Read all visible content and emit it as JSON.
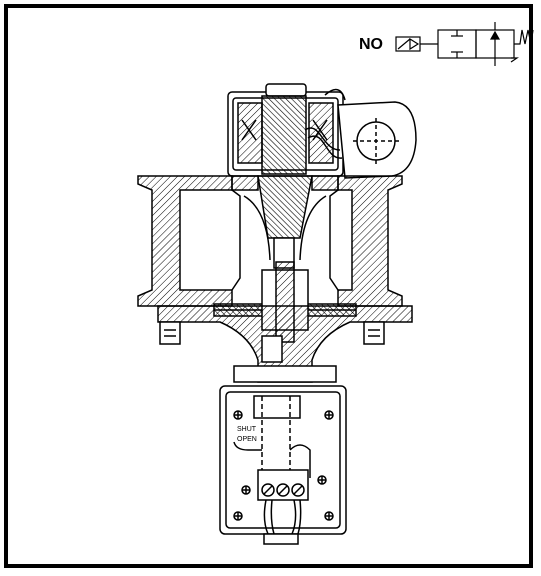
{
  "figure": {
    "symbol_label": "NO",
    "terminal_labels": [
      "SHUT",
      "OPEN"
    ]
  },
  "colors": {
    "line": "#000000",
    "background": "#ffffff"
  }
}
